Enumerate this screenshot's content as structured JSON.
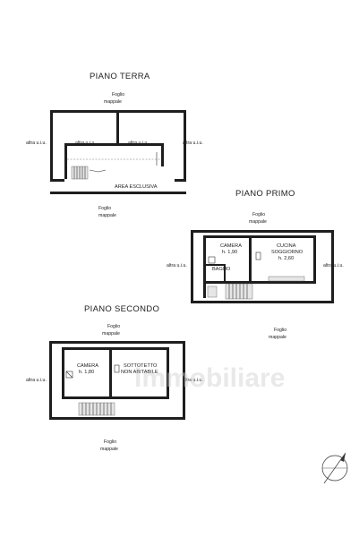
{
  "floors": {
    "ground": {
      "title": "PIANO TERRA",
      "foglio_top": "Foglio",
      "mappale_top": "mappale",
      "foglio_bottom": "Foglio",
      "mappale_bottom": "mappale",
      "altra_left": "altra u.i.u.",
      "altra_right": "altra u.i.u.",
      "altra_inner_1": "altra u.i.u.",
      "altra_inner_2": "altra u.i.u.",
      "area_label": "AREA ESCLUSIVA"
    },
    "first": {
      "title": "PIANO PRIMO",
      "foglio_top": "Foglio",
      "mappale_top": "mappale",
      "foglio_bottom": "Foglio",
      "mappale_bottom": "mappale",
      "altra_left": "altra u.i.u.",
      "altra_right": "altra u.i.u.",
      "camera_label": "CAMERA",
      "camera_height": "h. 1,90",
      "bagno_label": "BAGNO",
      "cucina_label": "CUCINA",
      "soggiorno_label": "SOGGIORNO",
      "cucina_height": "h. 2,60"
    },
    "second": {
      "title": "PIANO SECONDO",
      "foglio_top": "Foglio",
      "mappale_top": "mappale",
      "foglio_bottom": "Foglio",
      "mappale_bottom": "mappale",
      "altra_left": "altra u.i.u.",
      "altra_right": "altra u.i.u.",
      "camera_label": "CAMERA",
      "camera_height": "h. 1,80",
      "sottotetto_label": "SOTTOTETTO",
      "non_abitabile_label": "NON ABITABILE"
    }
  },
  "watermark": "immobiliare"
}
